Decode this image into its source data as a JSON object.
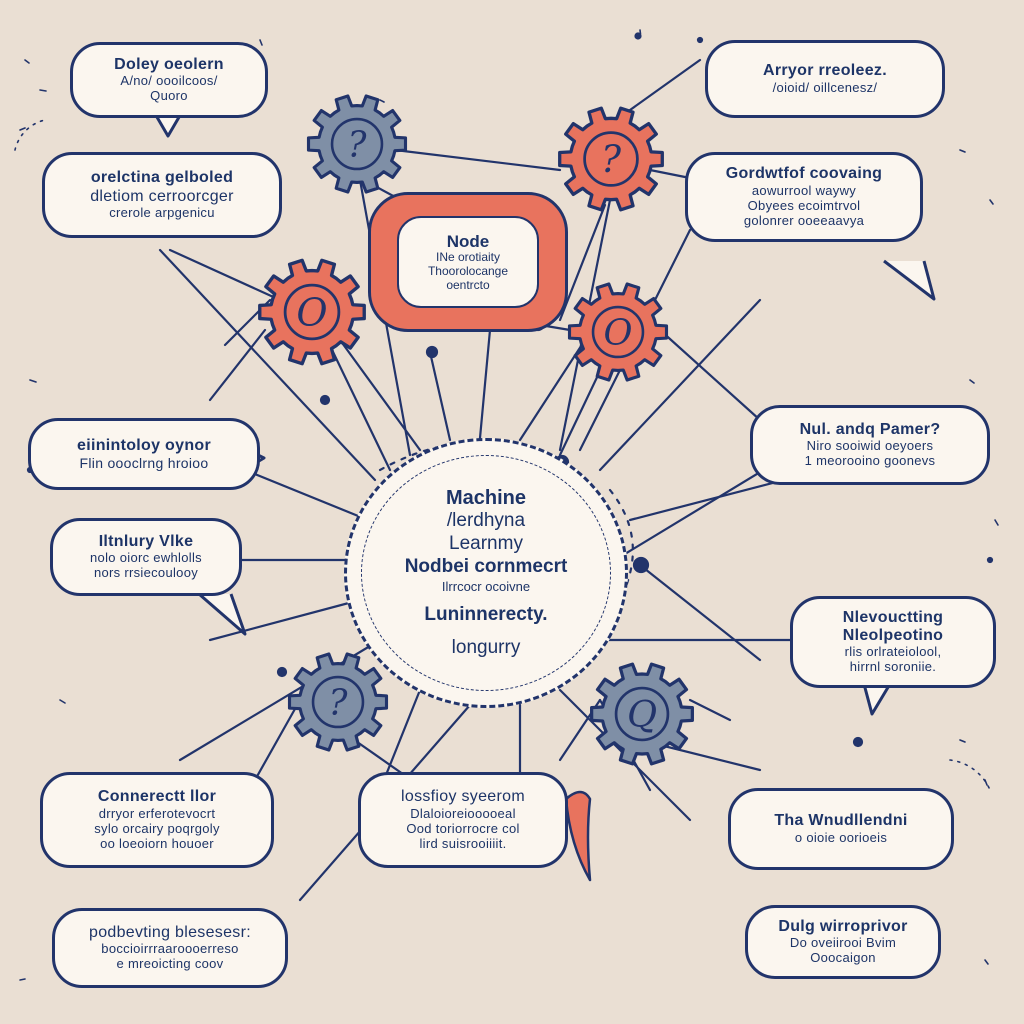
{
  "colors": {
    "ink": "#22346b",
    "coral": "#e8735e",
    "slate": "#7f8fa6",
    "paper": "#fbf6ef",
    "background": "#eadfd3"
  },
  "center_node": {
    "title": "Node",
    "lines": [
      "INe orotiaity",
      "Thoorolocange",
      "oentrcto"
    ]
  },
  "hub": {
    "line1": "Machine",
    "line2": "/lerdhyna",
    "line3": "Learnmy",
    "line4": "Nodbei cornmecrt",
    "line5": "Ilrrcocr ocoivne",
    "line6": "Luninnerecty.",
    "line7": "longurry"
  },
  "bubbles": [
    {
      "lines": [
        "Doley oeolern",
        "A/no/ oooilcoos/",
        "Quoro"
      ]
    },
    {
      "lines": [
        "Arryor rreoleez.",
        "/oioid/ oillcenesz/"
      ]
    },
    {
      "lines": [
        "orelctina gelboled",
        "dletiom cerroorcger",
        "crerole arpgenicu"
      ]
    },
    {
      "lines": [
        "Gordwtfof coovaing",
        "aowurrool waywy",
        "Obyees ecoimtrvol",
        "golonrer ooeeaavya"
      ]
    },
    {
      "lines": [
        "eiinintoloy oynor",
        "Flin oooclrng hroioo"
      ]
    },
    {
      "lines": [
        "Nul. andq Pamer?",
        "Niro sooiwid oeyoers",
        "1 meorooino goonevs"
      ]
    },
    {
      "lines": [
        "Iltnlury Vlke",
        "nolo oiorc ewhlolls",
        "nors rrsiecoulooy"
      ]
    },
    {
      "lines": [
        "Nlevouctting",
        "Nleolpeotino",
        "rlis orlrateiolool,",
        "hirrnl soroniie."
      ]
    },
    {
      "lines": [
        "Connerectt llor",
        "drryor erferotevocrt",
        "sylo orcairy poqrgoly",
        "oo loeoiorn houoer"
      ]
    },
    {
      "lines": [
        "lossfioy syeerom",
        "Dlaloioreiooooeal",
        "Ood toriorrocre col",
        "lird suisrooiiiit."
      ]
    },
    {
      "lines": [
        "Tha Wnudllendni",
        "o oioie oorioeis"
      ]
    },
    {
      "lines": [
        "podbevting blesesesr:",
        "boccioirrraaroooerreso",
        "e mreoicting coov"
      ]
    },
    {
      "lines": [
        "Dulg wirroprivor",
        "Do oveiirooi Bvim",
        "Ooocaigon"
      ]
    }
  ],
  "gears": [
    {
      "glyph": "?",
      "color": "slate"
    },
    {
      "glyph": "?",
      "color": "coral"
    },
    {
      "glyph": "O",
      "color": "coral"
    },
    {
      "glyph": "O",
      "color": "coral"
    },
    {
      "glyph": "?",
      "color": "slate"
    },
    {
      "glyph": "Q",
      "color": "slate"
    }
  ]
}
